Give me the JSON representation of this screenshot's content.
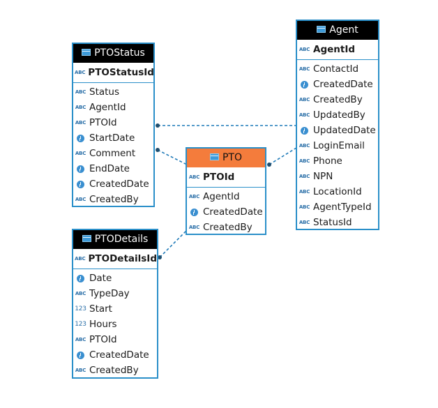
{
  "colors": {
    "border": "#2a8fc9",
    "header": "#000000",
    "accent_header": "#f47c3c",
    "link": "#1f7ab8"
  },
  "entities": {
    "ptostatus": {
      "title": "PTOStatus",
      "pk": {
        "name": "PTOStatusId",
        "type": "abc"
      },
      "columns": [
        {
          "name": "Status",
          "type": "abc"
        },
        {
          "name": "AgentId",
          "type": "abc"
        },
        {
          "name": "PTOId",
          "type": "abc"
        },
        {
          "name": "StartDate",
          "type": "clock"
        },
        {
          "name": "Comment",
          "type": "abc"
        },
        {
          "name": "EndDate",
          "type": "clock"
        },
        {
          "name": "CreatedDate",
          "type": "clock"
        },
        {
          "name": "CreatedBy",
          "type": "abc"
        }
      ]
    },
    "pto": {
      "title": "PTO",
      "pk": {
        "name": "PTOId",
        "type": "abc"
      },
      "columns": [
        {
          "name": "AgentId",
          "type": "abc"
        },
        {
          "name": "CreatedDate",
          "type": "clock"
        },
        {
          "name": "CreatedBy",
          "type": "abc"
        }
      ]
    },
    "agent": {
      "title": "Agent",
      "pk": {
        "name": "AgentId",
        "type": "abc"
      },
      "columns": [
        {
          "name": "ContactId",
          "type": "abc"
        },
        {
          "name": "CreatedDate",
          "type": "clock"
        },
        {
          "name": "CreatedBy",
          "type": "abc"
        },
        {
          "name": "UpdatedBy",
          "type": "abc"
        },
        {
          "name": "UpdatedDate",
          "type": "clock"
        },
        {
          "name": "LoginEmail",
          "type": "abc"
        },
        {
          "name": "Phone",
          "type": "abc"
        },
        {
          "name": "NPN",
          "type": "abc"
        },
        {
          "name": "LocationId",
          "type": "abc"
        },
        {
          "name": "AgentTypeId",
          "type": "abc"
        },
        {
          "name": "StatusId",
          "type": "abc"
        }
      ]
    },
    "ptodetails": {
      "title": "PTODetails",
      "pk": {
        "name": "PTODetailsId",
        "type": "abc"
      },
      "columns": [
        {
          "name": "Date",
          "type": "clock"
        },
        {
          "name": "TypeDay",
          "type": "abc"
        },
        {
          "name": "Start",
          "type": "num"
        },
        {
          "name": "Hours",
          "type": "num"
        },
        {
          "name": "PTOId",
          "type": "abc"
        },
        {
          "name": "CreatedDate",
          "type": "clock"
        },
        {
          "name": "CreatedBy",
          "type": "abc"
        }
      ]
    }
  },
  "type_glyphs": {
    "abc": "ABC",
    "num": "123",
    "clock": ""
  },
  "relationships": [
    {
      "from": "ptostatus",
      "to": "agent"
    },
    {
      "from": "ptostatus",
      "to": "pto"
    },
    {
      "from": "pto",
      "to": "agent"
    },
    {
      "from": "ptodetails",
      "to": "pto"
    }
  ]
}
